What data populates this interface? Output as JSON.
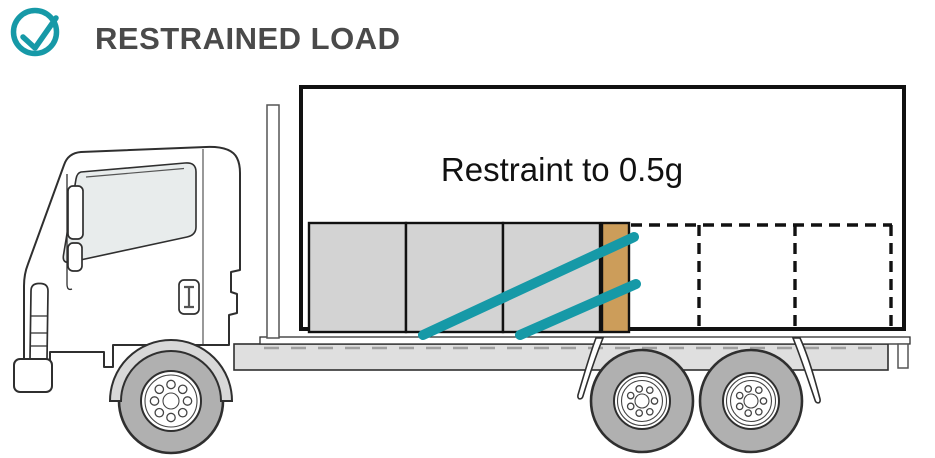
{
  "header": {
    "icon": "check-circle-icon",
    "title": "RESTRAINED LOAD"
  },
  "diagram": {
    "restraint_label": "Restraint to 0.5g",
    "truck_type": "cab-over flatbed truck, side view",
    "load": {
      "restrained_boxes": 3,
      "dunnage_strips": 1,
      "empty_dashed_positions": 3,
      "lashing_straps": 2
    },
    "wheels": 3
  },
  "colors": {
    "accent_teal": "#1699A7",
    "title_gray": "#4A4A4A",
    "outline": "#2F2F2F",
    "label_black": "#111111",
    "box_gray": "#D3D3D3",
    "dunnage_tan": "#CC9D5A",
    "bed_gray": "#DFDFDF",
    "tire_gray": "#B0B0B0",
    "fender_gray": "#D8D8D8",
    "window_gray": "#E8ECEC"
  }
}
